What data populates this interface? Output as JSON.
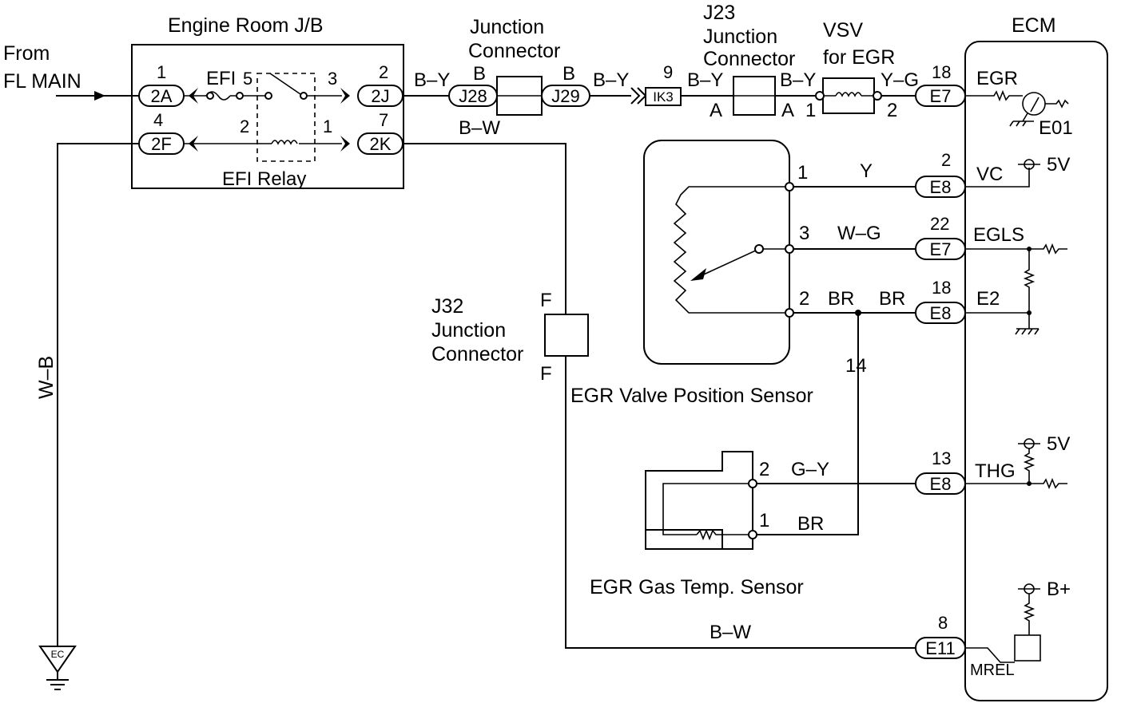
{
  "engine_room_jb": {
    "title": "Engine Room J/B",
    "from_label_1": "From",
    "from_label_2": "FL MAIN",
    "efi_fuse": "EFI",
    "relay_label": "EFI Relay",
    "relay_pins": {
      "p5": "5",
      "p3": "3",
      "p2": "2",
      "p1": "1"
    },
    "connectors": {
      "a": {
        "num": "1",
        "code": "2A"
      },
      "f": {
        "num": "4",
        "code": "2F"
      },
      "j": {
        "num": "2",
        "code": "2J"
      },
      "k": {
        "num": "7",
        "code": "2K"
      }
    }
  },
  "junction_connector": {
    "title_1": "Junction",
    "title_2": "Connector",
    "pin_b_left": "B",
    "pin_b_right": "B",
    "j28": "J28",
    "j29": "J29"
  },
  "wires": {
    "by_1": "B–Y",
    "by_2": "B–Y",
    "by_3": "B–Y",
    "by_4": "B–Y",
    "bw_top": "B–W",
    "bw_bottom": "B–W",
    "wb": "W–B",
    "yg": "Y–G",
    "y": "Y",
    "wg": "W–G",
    "br_1": "BR",
    "br_2": "BR",
    "gy": "G–Y",
    "num_14": "14"
  },
  "ik3": {
    "num": "9",
    "code": "IK3"
  },
  "j23": {
    "title_1": "J23",
    "title_2": "Junction",
    "title_3": "Connector",
    "pin_a_left": "A",
    "pin_a_right": "A"
  },
  "vsv": {
    "title_1": "VSV",
    "title_2": "for EGR",
    "pin_1": "1",
    "pin_2": "2"
  },
  "ecm": {
    "title": "ECM",
    "egr": "EGR",
    "e01": "E01",
    "vc": "VC",
    "v5_1": "5V",
    "egls": "EGLS",
    "e2": "E2",
    "thg": "THG",
    "v5_2": "5V",
    "bplus": "B+",
    "mrel": "MREL",
    "connectors": [
      {
        "num": "18",
        "code": "E7"
      },
      {
        "num": "2",
        "code": "E8"
      },
      {
        "num": "22",
        "code": "E7"
      },
      {
        "num": "18",
        "code": "E8"
      },
      {
        "num": "13",
        "code": "E8"
      },
      {
        "num": "8",
        "code": "E11"
      }
    ]
  },
  "egr_valve_sensor": {
    "title": "EGR Valve Position Sensor",
    "pin_1": "1",
    "pin_3": "3",
    "pin_2": "2"
  },
  "j32": {
    "title_1": "J32",
    "title_2": "Junction",
    "title_3": "Connector",
    "pin_top": "F",
    "pin_bottom": "F"
  },
  "egr_gas_sensor": {
    "title": "EGR Gas Temp. Sensor",
    "pin_2": "2",
    "pin_1": "1"
  },
  "ground": {
    "label": "EC"
  }
}
